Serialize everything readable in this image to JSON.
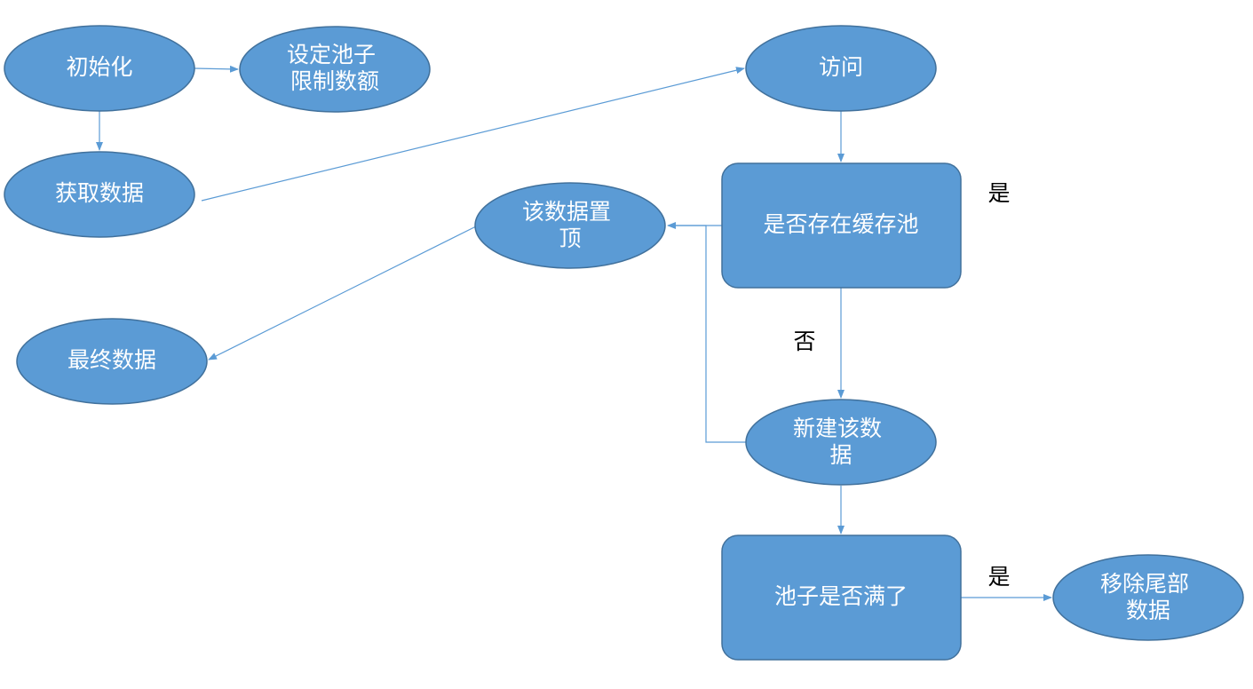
{
  "colors": {
    "node_fill": "#5b9bd5",
    "node_stroke": "#41719c",
    "edge": "#5b9bd5",
    "node_text": "#ffffff",
    "label_text": "#000000"
  },
  "nodes": {
    "init": {
      "lines": [
        "初始化"
      ]
    },
    "set_limit": {
      "lines": [
        "设定池子",
        "限制数额"
      ]
    },
    "get_data": {
      "lines": [
        "获取数据"
      ]
    },
    "visit": {
      "lines": [
        "访问"
      ]
    },
    "exists_in_pool": {
      "lines": [
        "是否存在缓存池"
      ]
    },
    "move_top": {
      "lines": [
        "该数据置",
        "顶"
      ]
    },
    "final_data": {
      "lines": [
        "最终数据"
      ]
    },
    "create_data": {
      "lines": [
        "新建该数",
        "据"
      ]
    },
    "pool_full": {
      "lines": [
        "池子是否满了"
      ]
    },
    "remove_tail": {
      "lines": [
        "移除尾部",
        "数据"
      ]
    }
  },
  "edge_labels": {
    "exists_yes": "是",
    "exists_no": "否",
    "full_yes": "是"
  }
}
